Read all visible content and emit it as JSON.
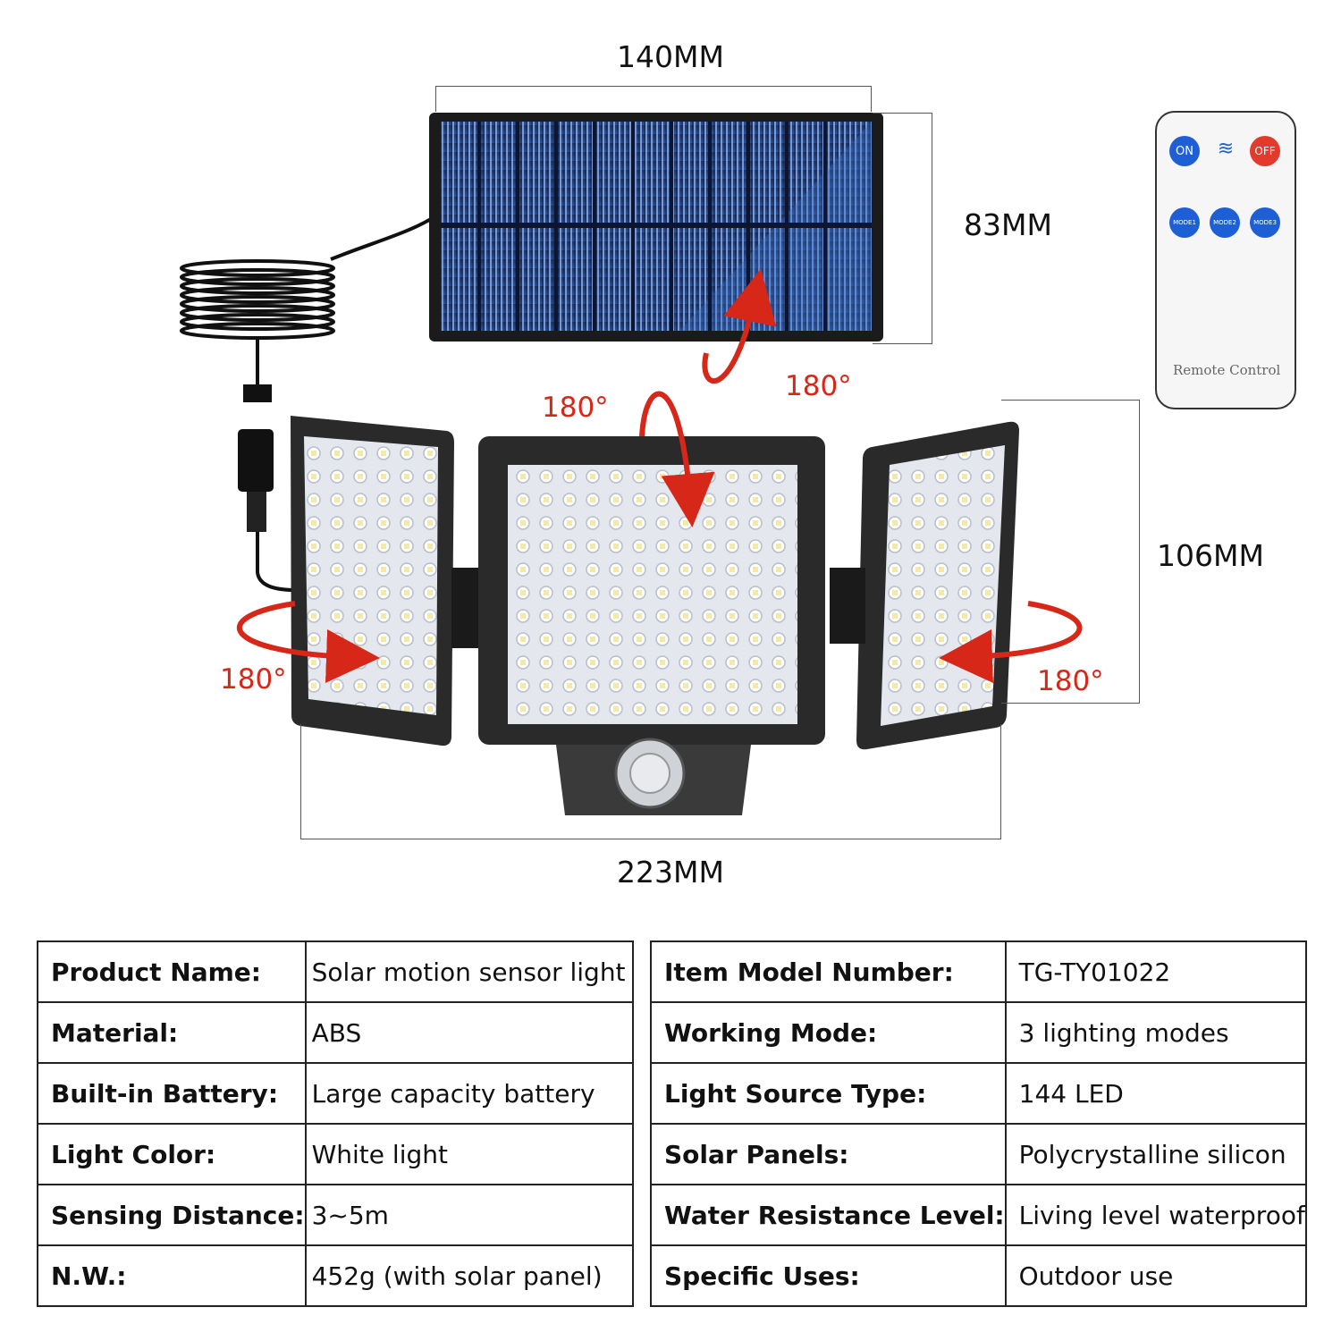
{
  "dimensions": {
    "solar_width": "140MM",
    "solar_height": "83MM",
    "light_height": "106MM",
    "light_width": "223MM"
  },
  "rotation": {
    "solar": "180°",
    "center": "180°",
    "left": "180°",
    "right": "180°"
  },
  "remote": {
    "label": "Remote Control",
    "on": "ON",
    "off": "OFF",
    "mode1": "MODE1",
    "mode2": "MODE2",
    "mode3": "MODE3"
  },
  "specs_left": [
    {
      "key": "Product Name:",
      "value": "Solar motion sensor light"
    },
    {
      "key": "Material:",
      "value": "ABS"
    },
    {
      "key": "Built-in Battery:",
      "value": "Large capacity battery"
    },
    {
      "key": "Light Color:",
      "value": "White light"
    },
    {
      "key": "Sensing Distance:",
      "value": "3~5m"
    },
    {
      "key": "N.W.:",
      "value": "452g (with solar panel)"
    }
  ],
  "specs_right": [
    {
      "key": "Item Model Number:",
      "value": "TG-TY01022"
    },
    {
      "key": "Working Mode:",
      "value": "3 lighting modes"
    },
    {
      "key": "Light Source Type:",
      "value": "144 LED"
    },
    {
      "key": "Solar Panels:",
      "value": "Polycrystalline silicon"
    },
    {
      "key": "Water Resistance Level:",
      "value": "Living level waterproof"
    },
    {
      "key": "Specific Uses:",
      "value": "Outdoor use"
    }
  ],
  "colors": {
    "accent_red": "#d62718",
    "remote_blue": "#1f5fd6",
    "remote_red": "#e23a2c"
  }
}
